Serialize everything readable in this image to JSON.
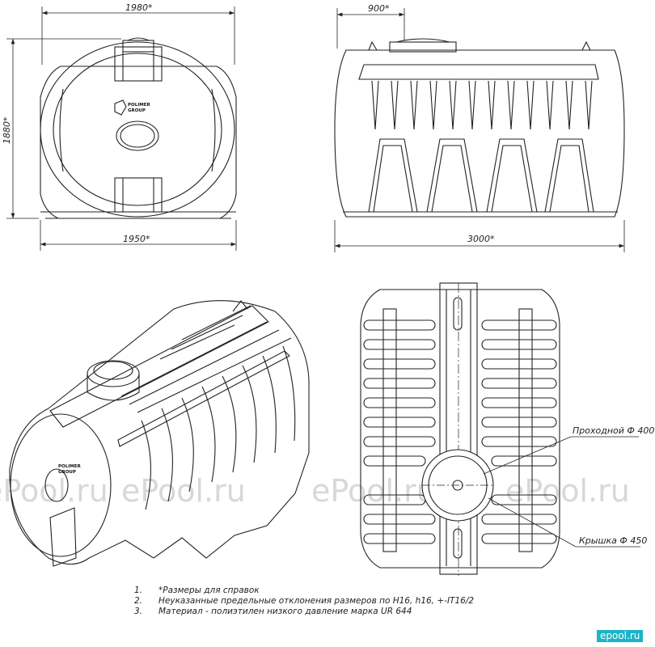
{
  "dimensions": {
    "front_top_width": "1980*",
    "front_bottom_width": "1950*",
    "front_height": "1880*",
    "side_top_width": "900*",
    "side_bottom_length": "3000*"
  },
  "callouts": {
    "manhole": "Проходной Ф 400",
    "lid": "Крышка Ф 450"
  },
  "logo": {
    "line1": "POLIMER",
    "line2": "GROUP"
  },
  "watermark": "ePool.ru",
  "notes": [
    {
      "num": "1.",
      "text": "*Размеры для справок"
    },
    {
      "num": "2.",
      "text": "Неуказанные предельные отклонения размеров по H16, h16, +-IT16/2"
    },
    {
      "num": "3.",
      "text": "Материал - полиэтилен низкого давление марка UR 644"
    }
  ],
  "brand": "epool.ru"
}
